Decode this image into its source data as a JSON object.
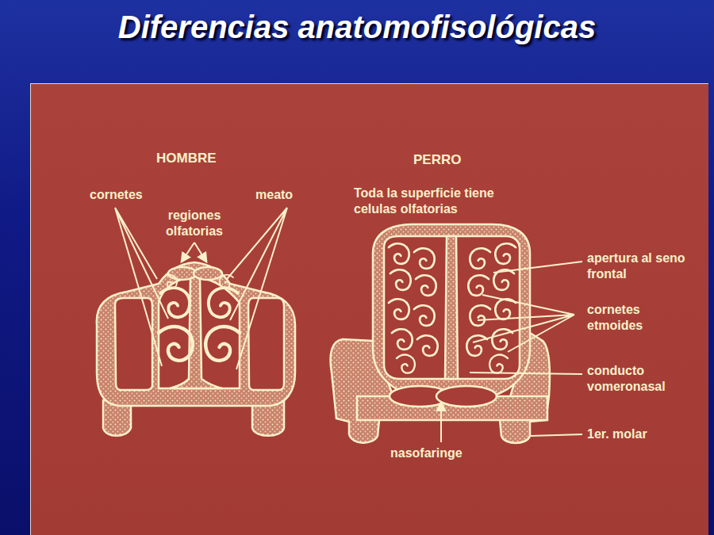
{
  "diagram": {
    "title": "Diferencias anatomofisológicas",
    "labels": [
      "HOMBRE",
      "PERRO",
      "cornetes",
      "regiones olfatorias",
      "meato",
      "Toda la superficie tiene celulas olfatorias",
      "apertura al seno frontal",
      "cornetes etmoides",
      "conducto vomeronasal",
      "1er. molar",
      "nasofaringe"
    ]
  }
}
